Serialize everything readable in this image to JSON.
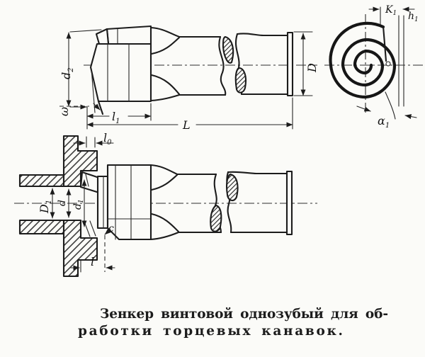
{
  "figure": {
    "caption": {
      "line1": "Зенкер винтовой однозубый для об-",
      "line2": "работки торцевых канавок."
    },
    "labels": {
      "d2": {
        "base": "d",
        "sub": "2"
      },
      "omega": {
        "base": "ω",
        "sub": ""
      },
      "l1": {
        "base": "l",
        "sub": "1"
      },
      "L": {
        "base": "L",
        "sub": ""
      },
      "D": {
        "base": "D",
        "sub": ""
      },
      "K1": {
        "base": "K",
        "sub": "1"
      },
      "h1": {
        "base": "h",
        "sub": "1"
      },
      "alpha1": {
        "base": "α",
        "sub": "1"
      },
      "l0": {
        "base": "l",
        "sub": "0"
      },
      "D1": {
        "base": "D",
        "sub": "1"
      },
      "d": {
        "base": "d",
        "sub": ""
      },
      "d1": {
        "base": "d",
        "sub": "1"
      },
      "l": {
        "base": "l",
        "sub": ""
      },
      "c": {
        "base": "c",
        "sub": ""
      }
    },
    "colors": {
      "ink": "#1c1c1c",
      "paper": "#fbfbf8"
    }
  }
}
